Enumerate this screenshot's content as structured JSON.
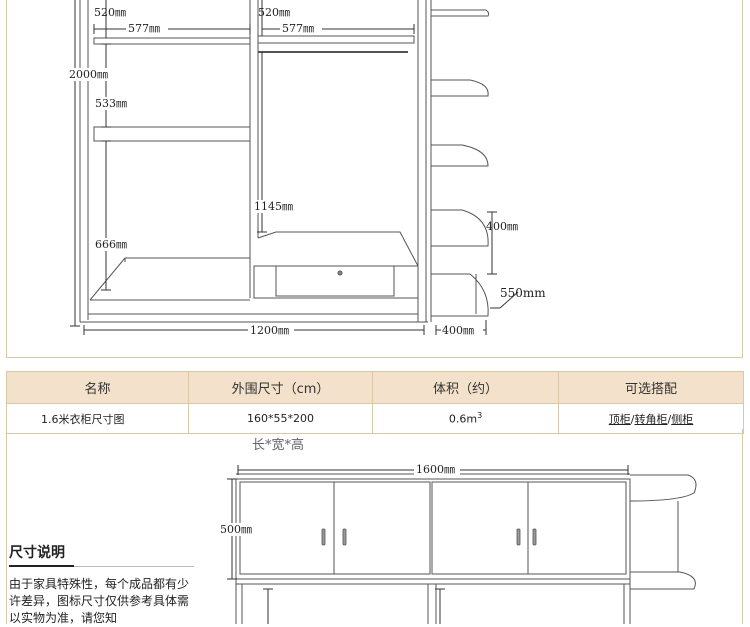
{
  "top_diagram": {
    "dims": {
      "d520_left": "520㎜",
      "d520_right": "520㎜",
      "d577_left": "577㎜",
      "d577_right": "577㎜",
      "d2000": "2000㎜",
      "d533": "533㎜",
      "d1145": "1145㎜",
      "d666": "666㎜",
      "d1200": "1200㎜",
      "d400_side": "400㎜",
      "d550": "550mm",
      "d400_bottom": "400㎜"
    }
  },
  "table": {
    "headers": [
      "名称",
      "外围尺寸（cm）",
      "体积（约）",
      "可选搭配"
    ],
    "row": {
      "name": "1.6米衣柜尺寸图",
      "size": "160*55*200",
      "volume": "0.6m",
      "volume_sup": "3",
      "options": [
        "顶柜",
        "转角柜",
        "侧柜"
      ]
    }
  },
  "lower_diagram": {
    "caption": "长*宽*高",
    "dims": {
      "d1600": "1600㎜",
      "d500": "500㎜"
    }
  },
  "notes": {
    "title": "尺寸说明",
    "text": "由于家具特殊性，每个成品都有少许差异，图标尺寸仅供参考具体需以实物为准，请您知"
  },
  "colors": {
    "header_bg": "#f3e1cb",
    "border": "#d8c9a8",
    "line": "#555555"
  }
}
